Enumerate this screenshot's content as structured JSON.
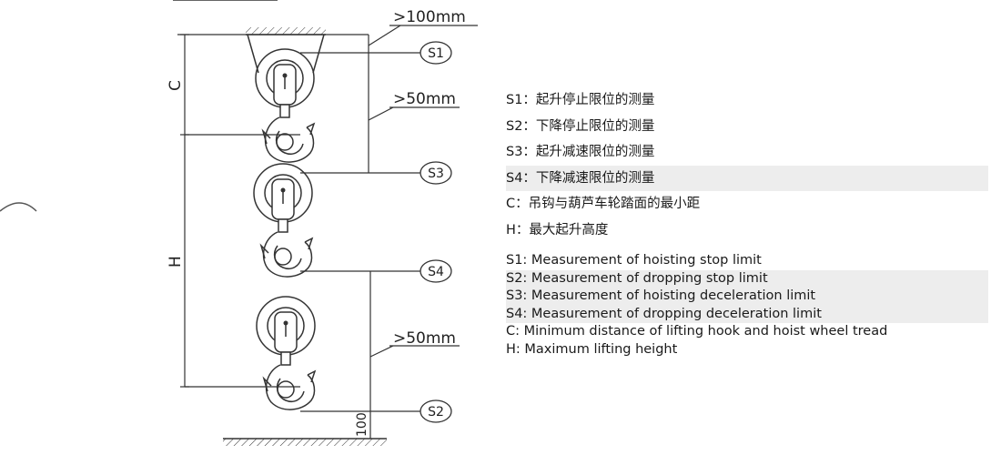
{
  "dimensions": {
    "top_clearance": ">100mm",
    "mid_clearance": ">50mm",
    "low_clearance": ">50mm",
    "bottom": "100",
    "c_label": "C",
    "h_label": "H"
  },
  "markers": {
    "s1": "S1",
    "s2": "S2",
    "s3": "S3",
    "s4": "S4"
  },
  "legend_cn": [
    "S1：起升停止限位的测量",
    "S2：下降停止限位的测量",
    "S3：起升减速限位的测量",
    "S4：下降减速限位的测量",
    "C：吊钩与葫芦车轮踏面的最小距",
    "H：最大起升高度"
  ],
  "legend_en": [
    "S1: Measurement of hoisting stop limit",
    "S2: Measurement of dropping stop limit",
    "S3: Measurement of hoisting deceleration limit",
    "S4: Measurement of dropping deceleration limit",
    "C: Minimum distance of lifting hook and hoist wheel tread",
    "H: Maximum lifting height"
  ]
}
